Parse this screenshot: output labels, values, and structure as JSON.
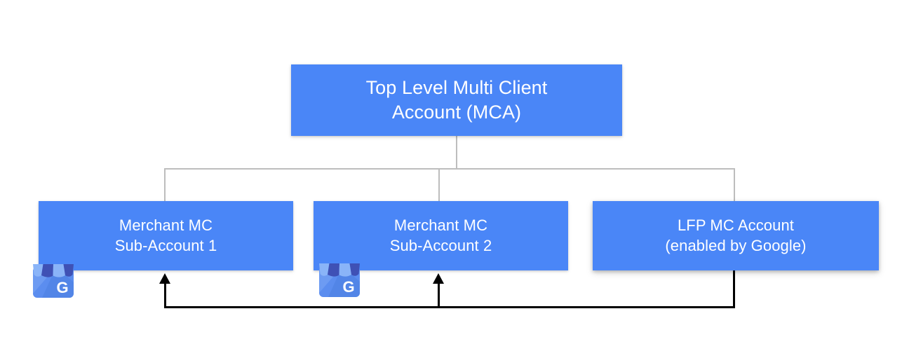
{
  "diagram": {
    "title_node": {
      "id": "top-level-mca",
      "label": "Top Level Multi Client\nAccount (MCA)",
      "color": "#4a86f7",
      "text_color": "#ffffff"
    },
    "children": [
      {
        "id": "merchant-sub-account-1",
        "label": "Merchant MC\nSub-Account 1",
        "color": "#4a86f7",
        "text_color": "#ffffff",
        "icon": "google-my-business-icon"
      },
      {
        "id": "merchant-sub-account-2",
        "label": "Merchant MC\nSub-Account 2",
        "color": "#4a86f7",
        "text_color": "#ffffff",
        "icon": "google-my-business-icon"
      },
      {
        "id": "lfp-mc-account",
        "label": "LFP MC Account\n(enabled by Google)",
        "color": "#4a86f7",
        "text_color": "#ffffff",
        "icon": null
      }
    ],
    "connectors": {
      "tree_color": "#bdbdbd",
      "flow_color": "#000000"
    },
    "icon_colors": {
      "base": "#5b8def",
      "awning_light": "#8ab4f8",
      "awning_dark": "#3f51b5",
      "shade": "#4a7fe0",
      "letter": "#ffffff",
      "letter_text": "G"
    }
  }
}
